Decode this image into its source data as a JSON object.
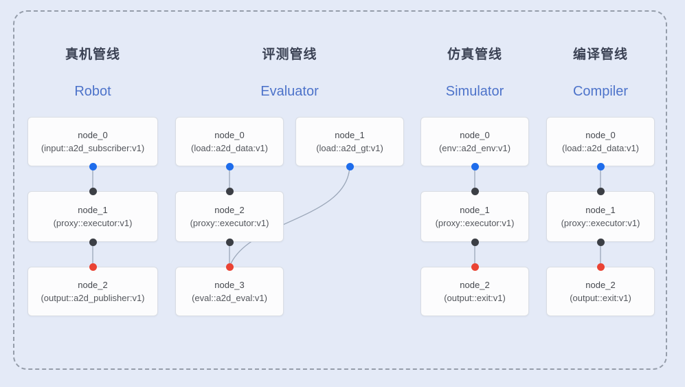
{
  "diagram": {
    "kind": "pipeline-dag-overview",
    "panel_border_style": "dashed rounded rectangle"
  },
  "colors": {
    "background": "#e4eaf7",
    "panel_border": "#959daa",
    "node_fill": "#fcfcfd",
    "node_border": "#d9dde4",
    "edge": "#9aa6b8",
    "port_output_blue": "#1e6ceb",
    "port_input_dark": "#3c3f45",
    "port_terminal_red": "#ea4334",
    "title_zh_color": "#3b4254",
    "title_en_color": "#4d73ca"
  },
  "pipelines": [
    {
      "id": "robot",
      "title_zh": "真机管线",
      "title_en": "Robot",
      "nodes": [
        {
          "name": "node_0",
          "impl": "(input::a2d_subscriber:v1)"
        },
        {
          "name": "node_1",
          "impl": "(proxy::executor:v1)"
        },
        {
          "name": "node_2",
          "impl": "(output::a2d_publisher:v1)"
        }
      ],
      "edges": [
        "node_0 -> node_1",
        "node_1 -> node_2"
      ]
    },
    {
      "id": "evaluator",
      "title_zh": "评测管线",
      "title_en": "Evaluator",
      "nodes": [
        {
          "name": "node_0",
          "impl": "(load::a2d_data:v1)"
        },
        {
          "name": "node_1",
          "impl": "(load::a2d_gt:v1)"
        },
        {
          "name": "node_2",
          "impl": "(proxy::executor:v1)"
        },
        {
          "name": "node_3",
          "impl": "(eval::a2d_eval:v1)"
        }
      ],
      "edges": [
        "node_0 -> node_2",
        "node_2 -> node_3",
        "node_1 -> node_3 (curved)"
      ]
    },
    {
      "id": "simulator",
      "title_zh": "仿真管线",
      "title_en": "Simulator",
      "nodes": [
        {
          "name": "node_0",
          "impl": "(env::a2d_env:v1)"
        },
        {
          "name": "node_1",
          "impl": "(proxy::executor:v1)"
        },
        {
          "name": "node_2",
          "impl": "(output::exit:v1)"
        }
      ],
      "edges": [
        "node_0 -> node_1",
        "node_1 -> node_2"
      ]
    },
    {
      "id": "compiler",
      "title_zh": "编译管线",
      "title_en": "Compiler",
      "nodes": [
        {
          "name": "node_0",
          "impl": "(load::a2d_data:v1)"
        },
        {
          "name": "node_1",
          "impl": "(proxy::executor:v1)"
        },
        {
          "name": "node_2",
          "impl": "(output::exit:v1)"
        }
      ],
      "edges": [
        "node_0 -> node_1",
        "node_1 -> node_2"
      ]
    }
  ]
}
